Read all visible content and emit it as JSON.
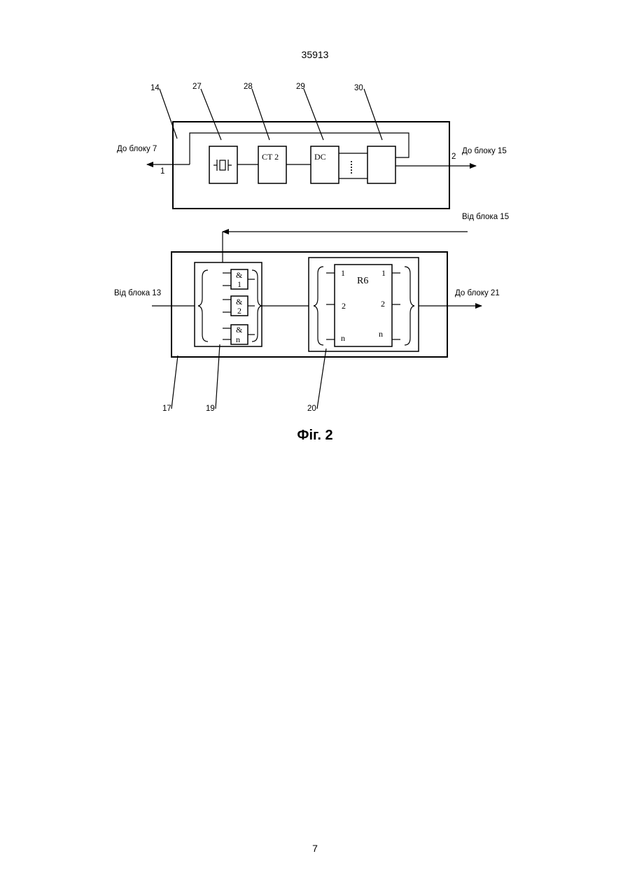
{
  "page": {
    "doc_number": "35913",
    "page_number": "7"
  },
  "figure": {
    "caption": "Фіг. 2",
    "ref_numbers": {
      "r14": "14",
      "r27": "27",
      "r28": "28",
      "r29": "29",
      "r30": "30",
      "r17": "17",
      "r19": "19",
      "r20": "20"
    },
    "top_block": {
      "left_output_label": "До блоку 7",
      "left_pin": "1",
      "right_output_label": "До блоку 15",
      "right_pin": "2",
      "counter_label": "CT 2",
      "decoder_label": "DC"
    },
    "bottom_block": {
      "feedback_label": "Від блока 15",
      "input_label": "Від блока 13",
      "output_label": "До блоку 21",
      "and_gates": [
        {
          "symbol": "&",
          "index": "1"
        },
        {
          "symbol": "&",
          "index": "2"
        },
        {
          "symbol": "&",
          "index": "n"
        }
      ],
      "register": {
        "name": "R6",
        "in_pins": [
          "1",
          "2",
          "n"
        ],
        "out_pins": [
          "1",
          "2",
          "n"
        ]
      }
    }
  }
}
